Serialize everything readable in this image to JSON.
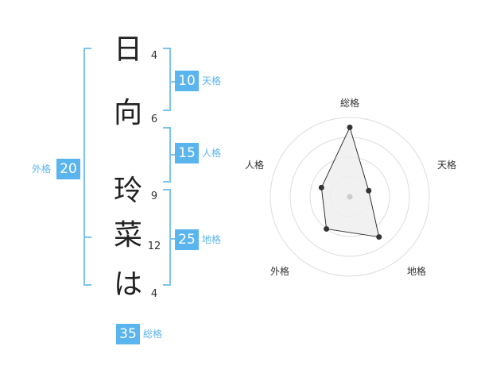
{
  "name_chars": [
    "日",
    "向",
    "玲",
    "菜",
    "は"
  ],
  "strokes": [
    "4",
    "6",
    "9",
    "12",
    "4"
  ],
  "scores": {
    "tenkaku": {
      "value": "10",
      "label": "天格"
    },
    "jinkaku": {
      "value": "15",
      "label": "人格"
    },
    "chikaku": {
      "value": "25",
      "label": "地格"
    },
    "gaikaku": {
      "value": "20",
      "label": "外格"
    },
    "soukaku": {
      "value": "35",
      "label": "総格"
    }
  },
  "colors": {
    "accent": "#5ab4ee",
    "bracket": "#7cc3f0"
  },
  "chart_data": {
    "type": "radar",
    "axes": [
      "総格",
      "天格",
      "地格",
      "外格",
      "人格"
    ],
    "values": [
      35,
      10,
      25,
      20,
      15
    ],
    "rings": 4
  }
}
